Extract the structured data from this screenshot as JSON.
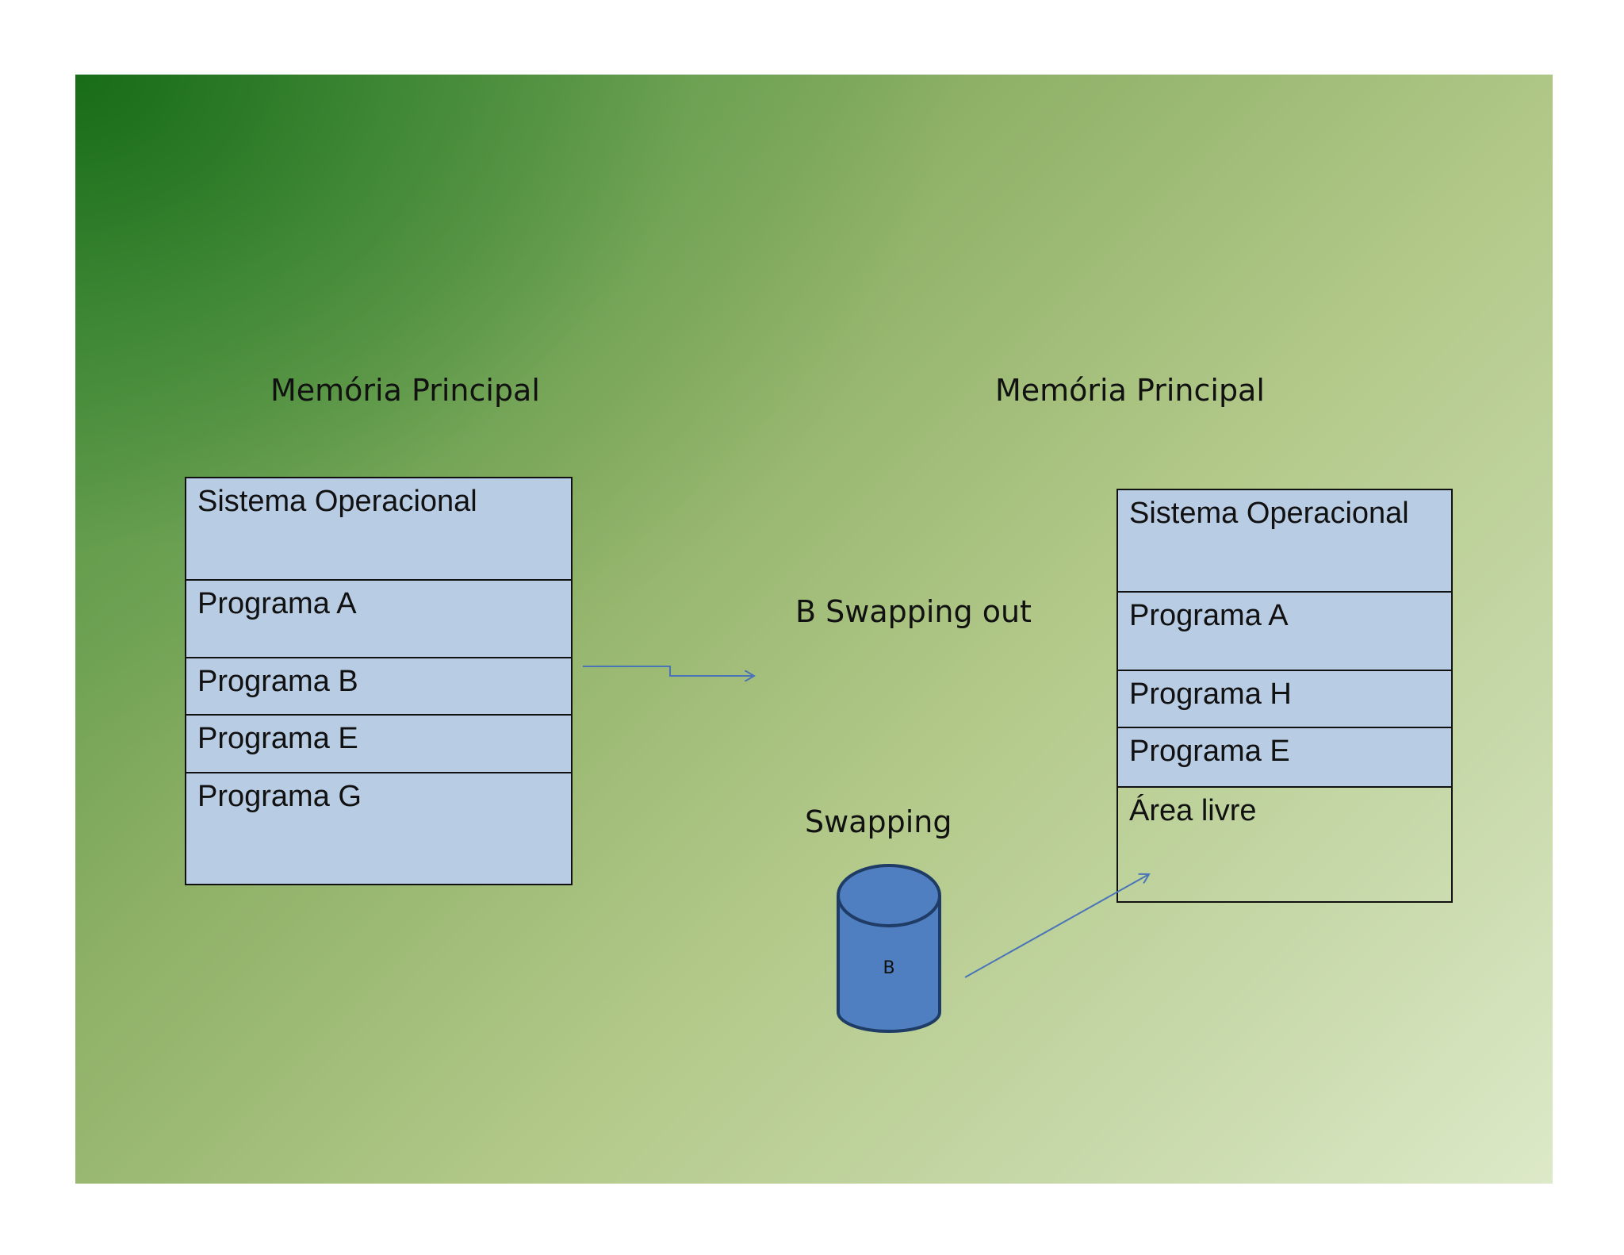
{
  "left_memory": {
    "title": "Memória Principal",
    "segments": [
      "Sistema Operacional",
      "Programa A",
      "Programa B",
      "Programa E",
      "Programa G"
    ]
  },
  "right_memory": {
    "title": "Memória Principal",
    "segments": [
      "Sistema Operacional",
      "Programa A",
      "Programa H",
      "Programa E",
      "Área livre"
    ]
  },
  "swap_out_label": "B Swapping out",
  "swapping_label": "Swapping",
  "disk_label": "B",
  "colors": {
    "segment_fill": "#b8cce4",
    "arrow": "#4a74b8",
    "disk_fill": "#4f7fc0",
    "disk_stroke": "#1f3c66"
  }
}
